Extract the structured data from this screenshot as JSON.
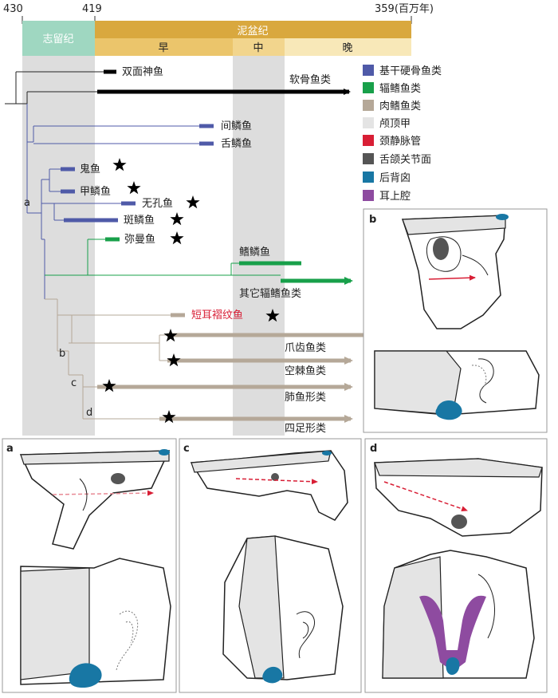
{
  "timeline": {
    "ticks": [
      "430",
      "419",
      "359(百万年)"
    ],
    "silurian": "志留纪",
    "devonian": "泥盆纪",
    "early": "早",
    "middle": "中",
    "late": "晚"
  },
  "taxa": {
    "doliodus": "双面神鱼",
    "chondrichthyans": "软骨鱼类",
    "jianlinyu": "间鳞鱼",
    "shelinyu": "舌鳞鱼",
    "guiyu": "鬼鱼",
    "jialinyu": "甲鳞鱼",
    "wukongyu": "无孔鱼",
    "banlinyu": "斑鳞鱼",
    "miman": "弥曼鱼",
    "qilinyu": "鳍鳞鱼",
    "other_actinopterygians": "其它辐鳍鱼类",
    "brachy": "短耳褶纹鱼",
    "porolepiformes": "爪齿鱼类",
    "coelacanths": "空棘鱼类",
    "lungfishes": "肺鱼形类",
    "tetrapods": "四足形类"
  },
  "nodes": [
    "a",
    "b",
    "c",
    "d"
  ],
  "legend": [
    {
      "label": "基干硬骨鱼类",
      "color": "#4f5aa8"
    },
    {
      "label": "辐鳍鱼类",
      "color": "#18a04a"
    },
    {
      "label": "肉鳍鱼类",
      "color": "#b5a898"
    },
    {
      "label": "颅顶甲",
      "color": "#e4e4e4"
    },
    {
      "label": "颈静脉管",
      "color": "#d81e35"
    },
    {
      "label": "舌颌关节面",
      "color": "#555555"
    },
    {
      "label": "后背囟",
      "color": "#1877a4"
    },
    {
      "label": "耳上腔",
      "color": "#8e4ba0"
    }
  ],
  "panels": [
    "b",
    "a",
    "c",
    "d"
  ]
}
